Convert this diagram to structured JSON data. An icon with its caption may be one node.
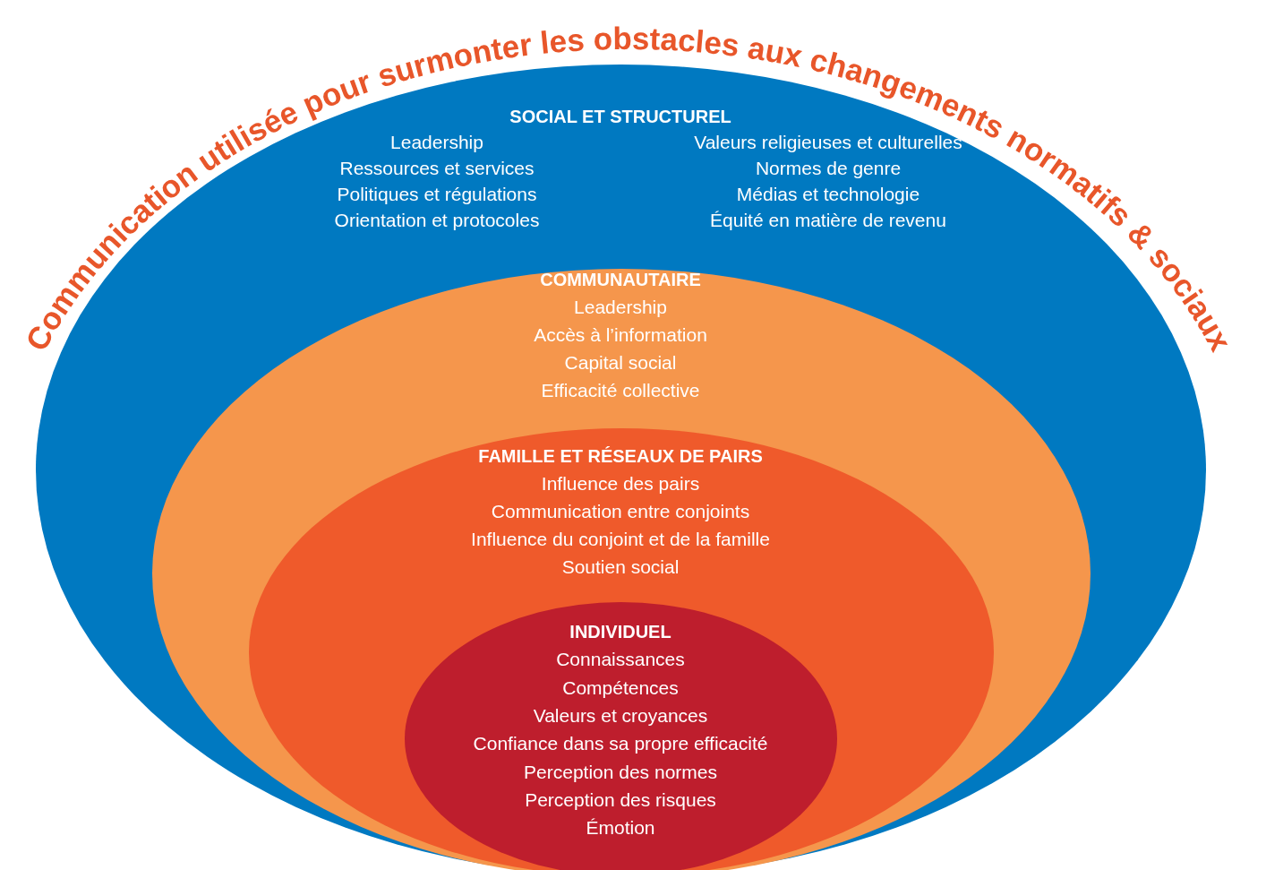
{
  "diagram": {
    "title": "Communication utilisée pour surmonter les obstacles aux changements normatifs & sociaux",
    "nodes": [
      {
        "text": [
          "SOCIAL ET STRUCTUREL",
          "Leadership",
          "Ressources et services",
          "Politiques et régulations",
          "Orientation et protocoles",
          "Valeurs religieuses et culturelles",
          "Normes de genre",
          "Médias et technologie",
          "Équité en matière de revenu"
        ]
      },
      {
        "text": [
          "COMMUNAUTAIRE",
          "Leadership",
          "Accès à l’information",
          "Capital social",
          "Efficacité collective"
        ],
        "in": 0
      },
      {
        "text": [
          "FAMILLE ET RÉSEAUX DE PAIRS",
          "Influence des pairs",
          "Communication entre conjoints",
          "Influence du conjoint et de la famille",
          "Soutien social"
        ],
        "in": 1
      },
      {
        "text": [
          "INDIVIDUEL",
          "Connaissances",
          "Compétences",
          "Valeurs et croyances",
          "Confiance dans sa propre efficacité",
          "Perception des normes",
          "Perception des risques",
          "Émotion"
        ],
        "in": 2
      }
    ]
  }
}
